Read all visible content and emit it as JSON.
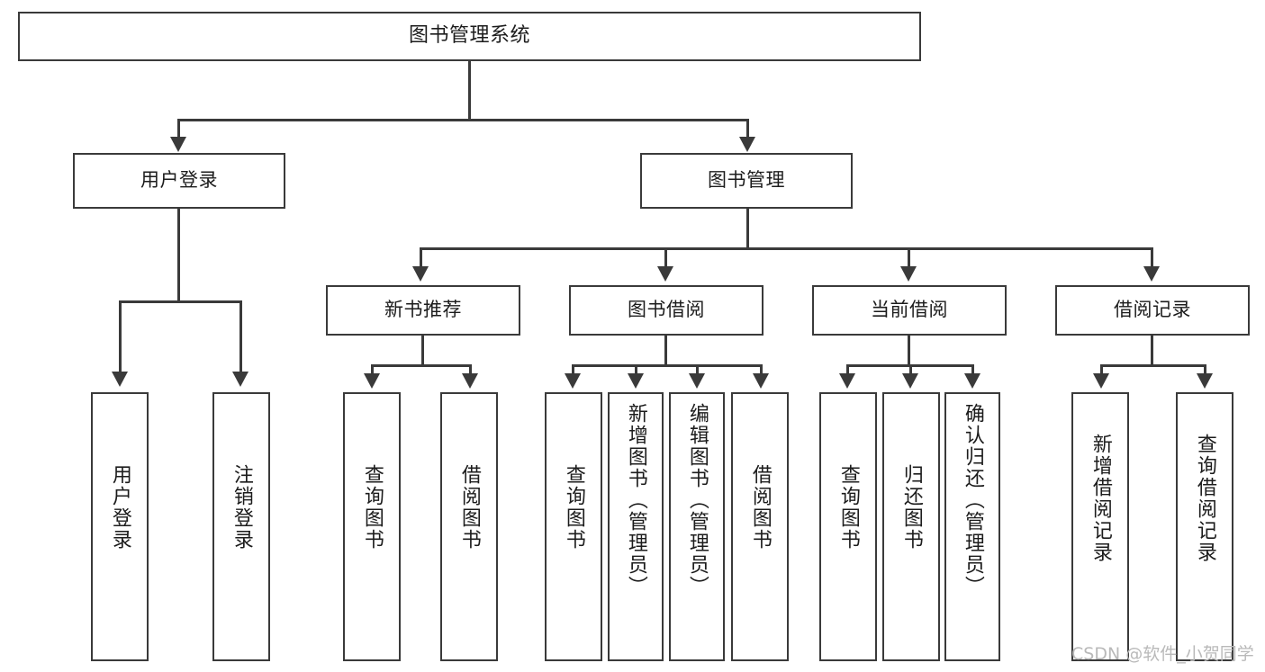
{
  "diagram": {
    "title": "图书管理系统",
    "type": "功能结构图",
    "watermark": "CSDN @软件_小贺同学",
    "colors": {
      "box_border": "#3a3a3a",
      "box_fill": "#ffffff",
      "connector": "#3a3a3a",
      "text": "#1c1c1c",
      "watermark": "#b9b9b9"
    }
  },
  "root": {
    "label": "图书管理系统"
  },
  "level2": [
    {
      "label": "用户登录"
    },
    {
      "label": "图书管理"
    }
  ],
  "level3": [
    {
      "label": "新书推荐"
    },
    {
      "label": "图书借阅"
    },
    {
      "label": "当前借阅"
    },
    {
      "label": "借阅记录"
    }
  ],
  "leaves": {
    "user_login": [
      {
        "label": "用户登录"
      },
      {
        "label": "注销登录"
      }
    ],
    "new_book_recommend": [
      {
        "label": "查询图书"
      },
      {
        "label": "借阅图书"
      }
    ],
    "book_borrow": [
      {
        "label": "查询图书"
      },
      {
        "label": "新增图书（管理员）"
      },
      {
        "label": "编辑图书（管理员）"
      },
      {
        "label": "借阅图书"
      }
    ],
    "current_borrow": [
      {
        "label": "查询图书"
      },
      {
        "label": "归还图书"
      },
      {
        "label": "确认归还（管理员）"
      }
    ],
    "borrow_record": [
      {
        "label": "新增借阅记录"
      },
      {
        "label": "查询借阅记录"
      }
    ]
  }
}
